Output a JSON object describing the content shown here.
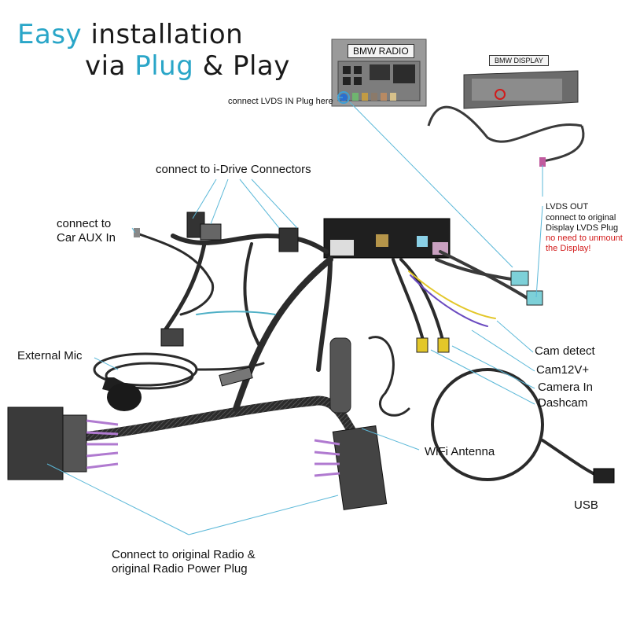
{
  "headline": {
    "line1_accent": "Easy",
    "line1_rest": "installation",
    "line2_pre": "via",
    "line2_accent": "Plug",
    "line2_rest": "& Play"
  },
  "boxes": {
    "radio": "BMW RADIO",
    "display": "BMW DISPLAY"
  },
  "labels": {
    "lvds_in": "connect LVDS IN Plug here",
    "idrive": "connect to i-Drive Connectors",
    "aux_line1": "connect to",
    "aux_line2": "Car AUX In",
    "lvds_out_1": "LVDS OUT",
    "lvds_out_2": "connect to original",
    "lvds_out_3": "Display LVDS Plug",
    "lvds_out_4": "no need to unmount",
    "lvds_out_5": "the Display!",
    "external_mic": "External Mic",
    "cam_detect": "Cam detect",
    "cam12v": "Cam12V+",
    "camera_in": "Camera In",
    "dashcam": "Dashcam",
    "wifi": "WiFi Antenna",
    "usb": "USB",
    "radio_power_1": "Connect to original Radio &",
    "radio_power_2": "original Radio Power Plug"
  },
  "colors": {
    "accent": "#2aa6c8",
    "leader": "#5bb8d8",
    "warning": "#d21b1b"
  }
}
